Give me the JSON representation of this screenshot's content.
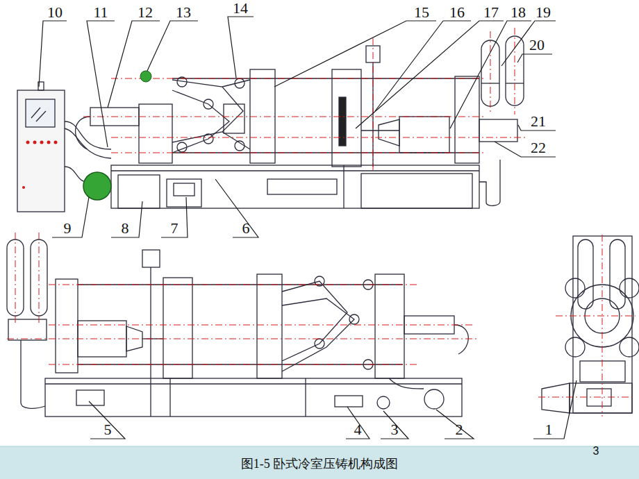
{
  "diagram": {
    "caption": "图1-5 卧式冷室压铸机构成图",
    "labels": [
      "10",
      "11",
      "12",
      "13",
      "14",
      "15",
      "16",
      "17",
      "18",
      "19",
      "20",
      "21",
      "22",
      "9",
      "8",
      "7",
      "6",
      "5",
      "4",
      "3",
      "2",
      "1",
      "3"
    ]
  }
}
